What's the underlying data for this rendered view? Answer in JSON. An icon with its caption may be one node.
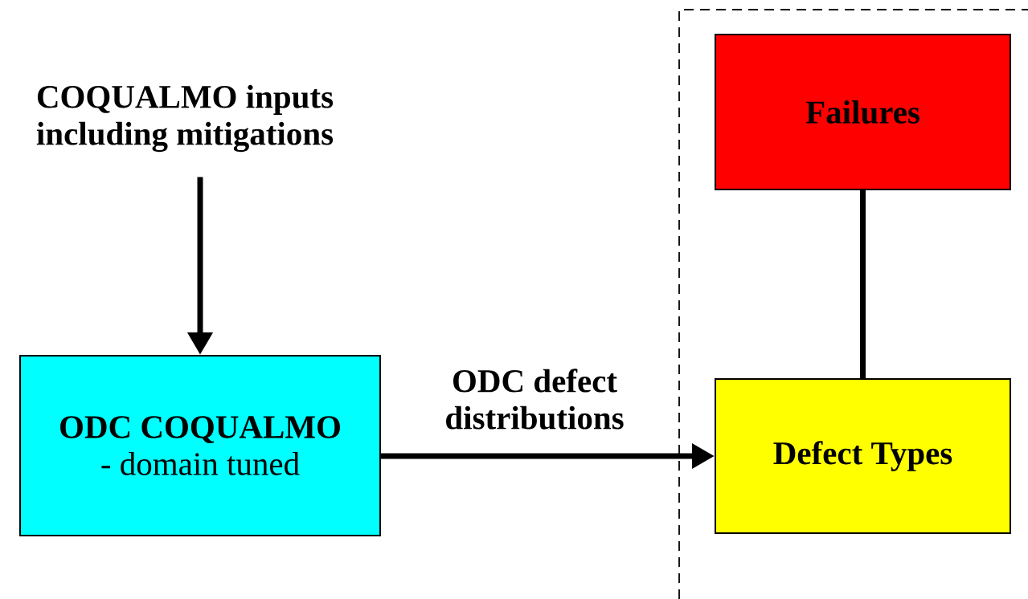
{
  "diagram": {
    "nodes": [
      {
        "text": [
          "COQUALMO inputs including mitigations"
        ]
      },
      {
        "text": [
          "ODC COQUALMO",
          "- domain tuned"
        ]
      },
      {
        "text": [],
        "shape": "box"
      },
      {
        "text": [
          "Failures"
        ],
        "in": 2
      },
      {
        "text": [
          "Defect Types"
        ],
        "in": 2
      }
    ],
    "edges": [
      {
        "from": 0,
        "to": 1,
        "arrow": "to"
      },
      {
        "from": 1,
        "to": 4,
        "arrow": "to",
        "label": "ODC defect distributions"
      },
      {
        "from": 3,
        "to": 4,
        "arrow": "none"
      }
    ]
  }
}
